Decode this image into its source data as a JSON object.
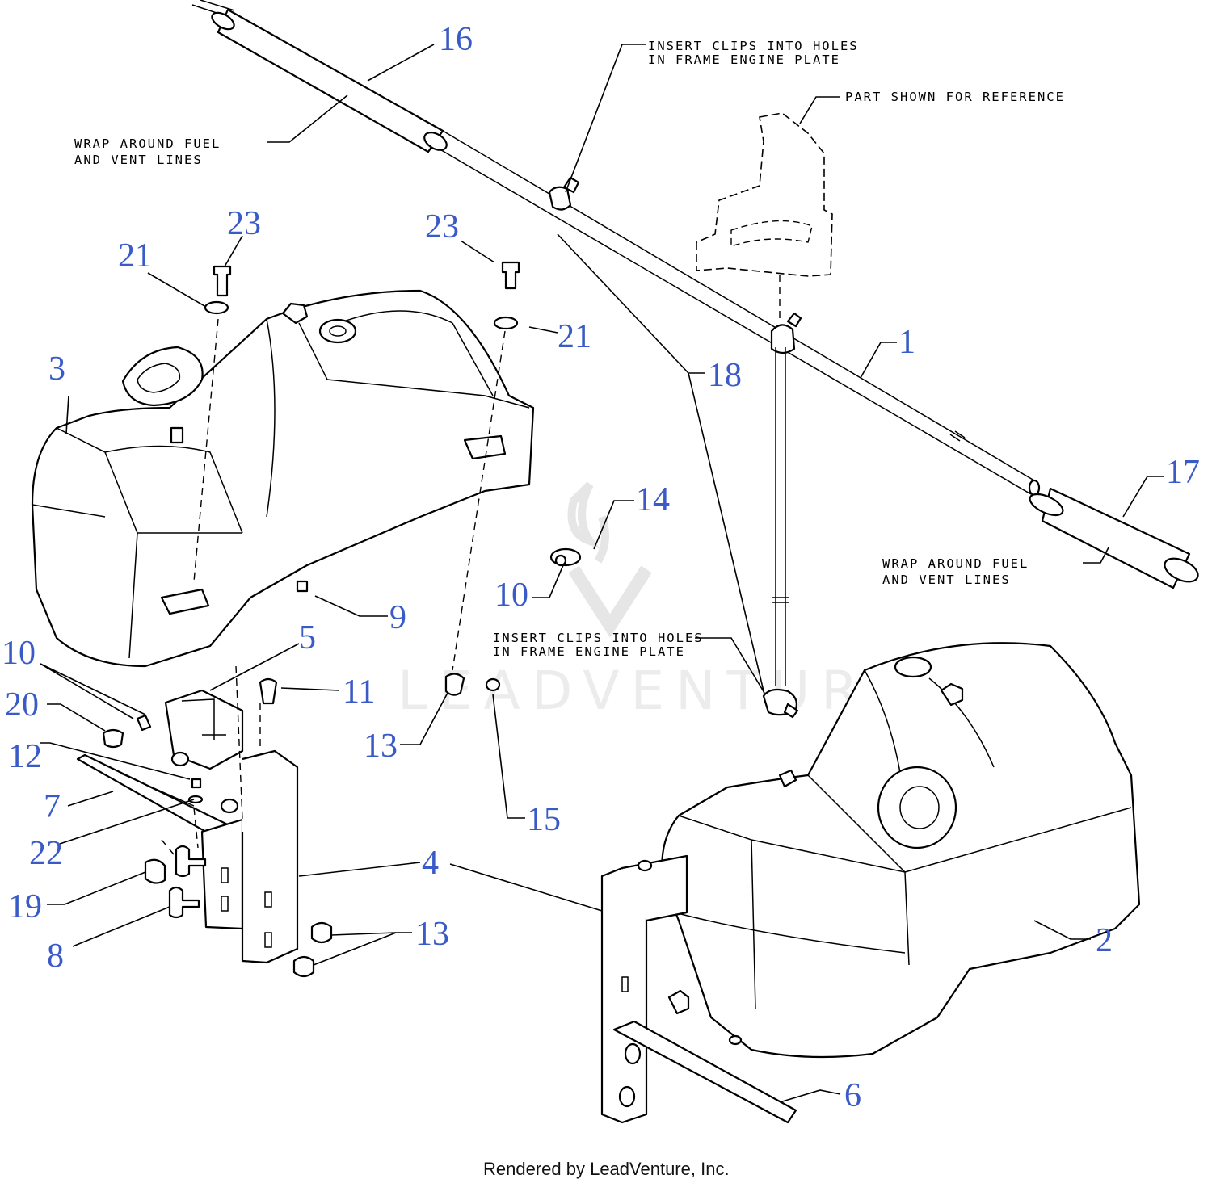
{
  "watermark": "LEADVENTURE",
  "footer": "Rendered by LeadVenture, Inc.",
  "notes": {
    "wrap_left": [
      "WRAP AROUND FUEL",
      "AND VENT LINES"
    ],
    "insert_top": [
      "INSERT CLIPS INTO HOLES",
      "IN FRAME ENGINE PLATE"
    ],
    "reference": "PART SHOWN FOR REFERENCE",
    "wrap_right": [
      "WRAP AROUND FUEL",
      "AND VENT LINES"
    ],
    "insert_mid": [
      "INSERT CLIPS INTO HOLES",
      "IN FRAME ENGINE PLATE"
    ]
  },
  "callouts": {
    "c16": "16",
    "c23a": "23",
    "c21a": "21",
    "c3": "3",
    "c23b": "23",
    "c21b": "21",
    "c18": "18",
    "c1": "1",
    "c17": "17",
    "c14": "14",
    "c10a": "10",
    "c9": "9",
    "c5": "5",
    "c10b": "10",
    "c11": "11",
    "c20": "20",
    "c12": "12",
    "c13a": "13",
    "c15": "15",
    "c7": "7",
    "c22": "22",
    "c4": "4",
    "c19": "19",
    "c13b": "13",
    "c8": "8",
    "c2": "2",
    "c6": "6"
  }
}
